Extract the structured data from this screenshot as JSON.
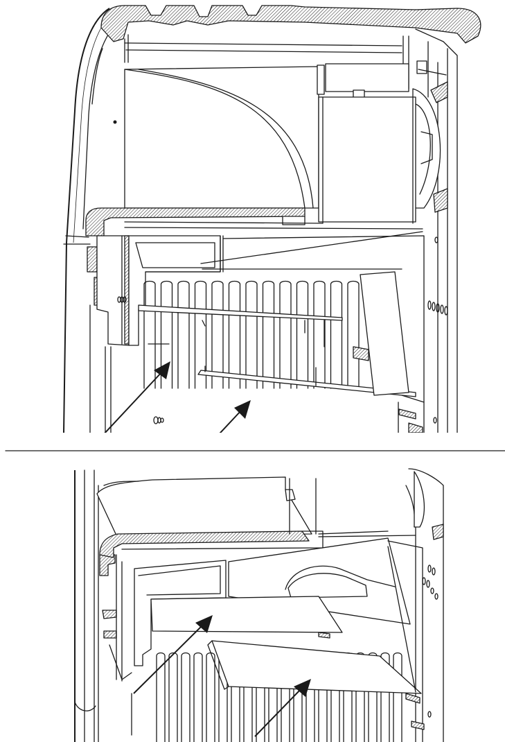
{
  "figure": {
    "views": [
      {
        "name": "upper-view",
        "arrows": 2
      },
      {
        "name": "lower-view",
        "arrows": 2
      }
    ],
    "line_color": "#1a1a1a",
    "background": "#ffffff"
  }
}
